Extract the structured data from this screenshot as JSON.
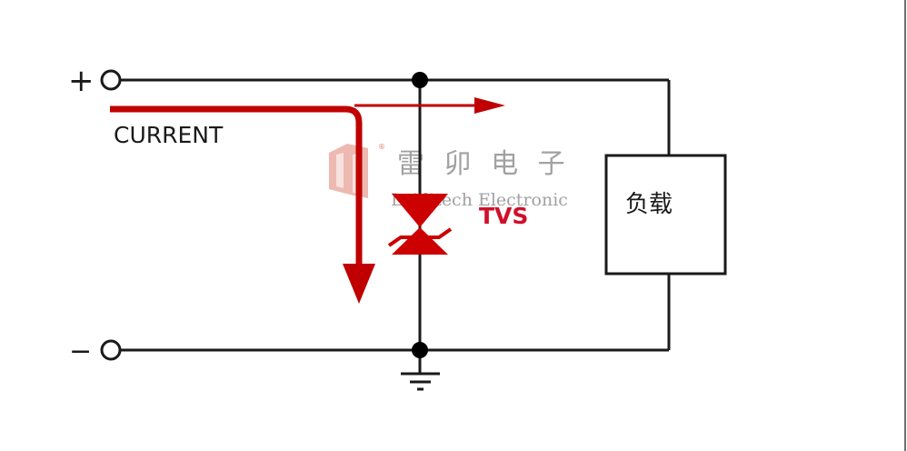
{
  "diagram": {
    "title": "TVS diode protection circuit",
    "terminals": {
      "positive": "+",
      "negative": "−"
    },
    "current_label": "CURRENT",
    "tvs_label": "TVS",
    "load_label": "负载",
    "watermark": {
      "chinese": "雷 卯 电 子",
      "english": "Leiditech Electronic",
      "registered": "®"
    },
    "colors": {
      "wire": "#1a1a1a",
      "current": "#c00000",
      "tvs": "#cc0000",
      "tvs_label": "#d0102a",
      "watermark_text": "#8a8a8a",
      "watermark_logo": "#e08070",
      "border": "#6e6e6e"
    }
  }
}
